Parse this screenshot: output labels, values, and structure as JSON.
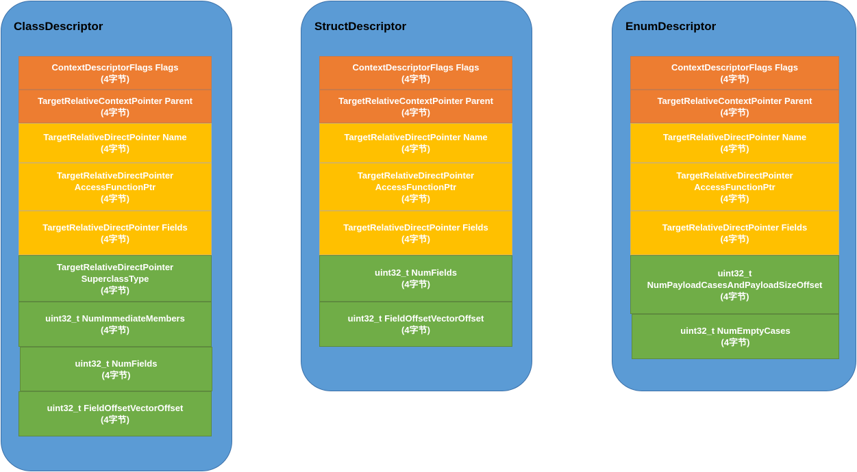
{
  "colors": {
    "panel": "#5b9bd5",
    "header_field": "#ed7d31",
    "pointer_field": "#ffc000",
    "value_field": "#70ad47",
    "field_text": "#ffffff"
  },
  "class_descriptor": {
    "title": "ClassDescriptor",
    "fields": [
      {
        "lines": [
          "ContextDescriptorFlags Flags"
        ],
        "size": "(4字节)"
      },
      {
        "lines": [
          "TargetRelativeContextPointer Parent"
        ],
        "size": "(4字节)"
      },
      {
        "lines": [
          "TargetRelativeDirectPointer Name"
        ],
        "size": "(4字节)"
      },
      {
        "lines": [
          "TargetRelativeDirectPointer",
          "AccessFunctionPtr"
        ],
        "size": "(4字节)"
      },
      {
        "lines": [
          "TargetRelativeDirectPointer  Fields"
        ],
        "size": "(4字节)"
      },
      {
        "lines": [
          "TargetRelativeDirectPointer",
          "SuperclassType"
        ],
        "size": "(4字节)"
      },
      {
        "lines": [
          "uint32_t NumImmediateMembers"
        ],
        "size": "(4字节)"
      },
      {
        "lines": [
          "uint32_t NumFields"
        ],
        "size": "(4字节)"
      },
      {
        "lines": [
          "uint32_t FieldOffsetVectorOffset"
        ],
        "size": "(4字节)"
      }
    ]
  },
  "struct_descriptor": {
    "title": "StructDescriptor",
    "fields": [
      {
        "lines": [
          "ContextDescriptorFlags Flags"
        ],
        "size": "(4字节)"
      },
      {
        "lines": [
          "TargetRelativeContextPointer Parent"
        ],
        "size": "(4字节)"
      },
      {
        "lines": [
          "TargetRelativeDirectPointer Name"
        ],
        "size": "(4字节)"
      },
      {
        "lines": [
          "TargetRelativeDirectPointer",
          "AccessFunctionPtr"
        ],
        "size": "(4字节)"
      },
      {
        "lines": [
          "TargetRelativeDirectPointer  Fields"
        ],
        "size": "(4字节)"
      },
      {
        "lines": [
          "uint32_t NumFields"
        ],
        "size": "(4字节)"
      },
      {
        "lines": [
          "uint32_t FieldOffsetVectorOffset"
        ],
        "size": "(4字节)"
      }
    ]
  },
  "enum_descriptor": {
    "title": "EnumDescriptor",
    "fields": [
      {
        "lines": [
          "ContextDescriptorFlags Flags"
        ],
        "size": "(4字节)"
      },
      {
        "lines": [
          "TargetRelativeContextPointer Parent"
        ],
        "size": "(4字节)"
      },
      {
        "lines": [
          "TargetRelativeDirectPointer Name"
        ],
        "size": "(4字节)"
      },
      {
        "lines": [
          "TargetRelativeDirectPointer",
          "AccessFunctionPtr"
        ],
        "size": "(4字节)"
      },
      {
        "lines": [
          "TargetRelativeDirectPointer  Fields"
        ],
        "size": "(4字节)"
      },
      {
        "lines": [
          "uint32_t",
          "NumPayloadCasesAndPayloadSizeOffset"
        ],
        "size": "(4字节)"
      },
      {
        "lines": [
          "uint32_t NumEmptyCases"
        ],
        "size": "(4字节)"
      }
    ]
  }
}
